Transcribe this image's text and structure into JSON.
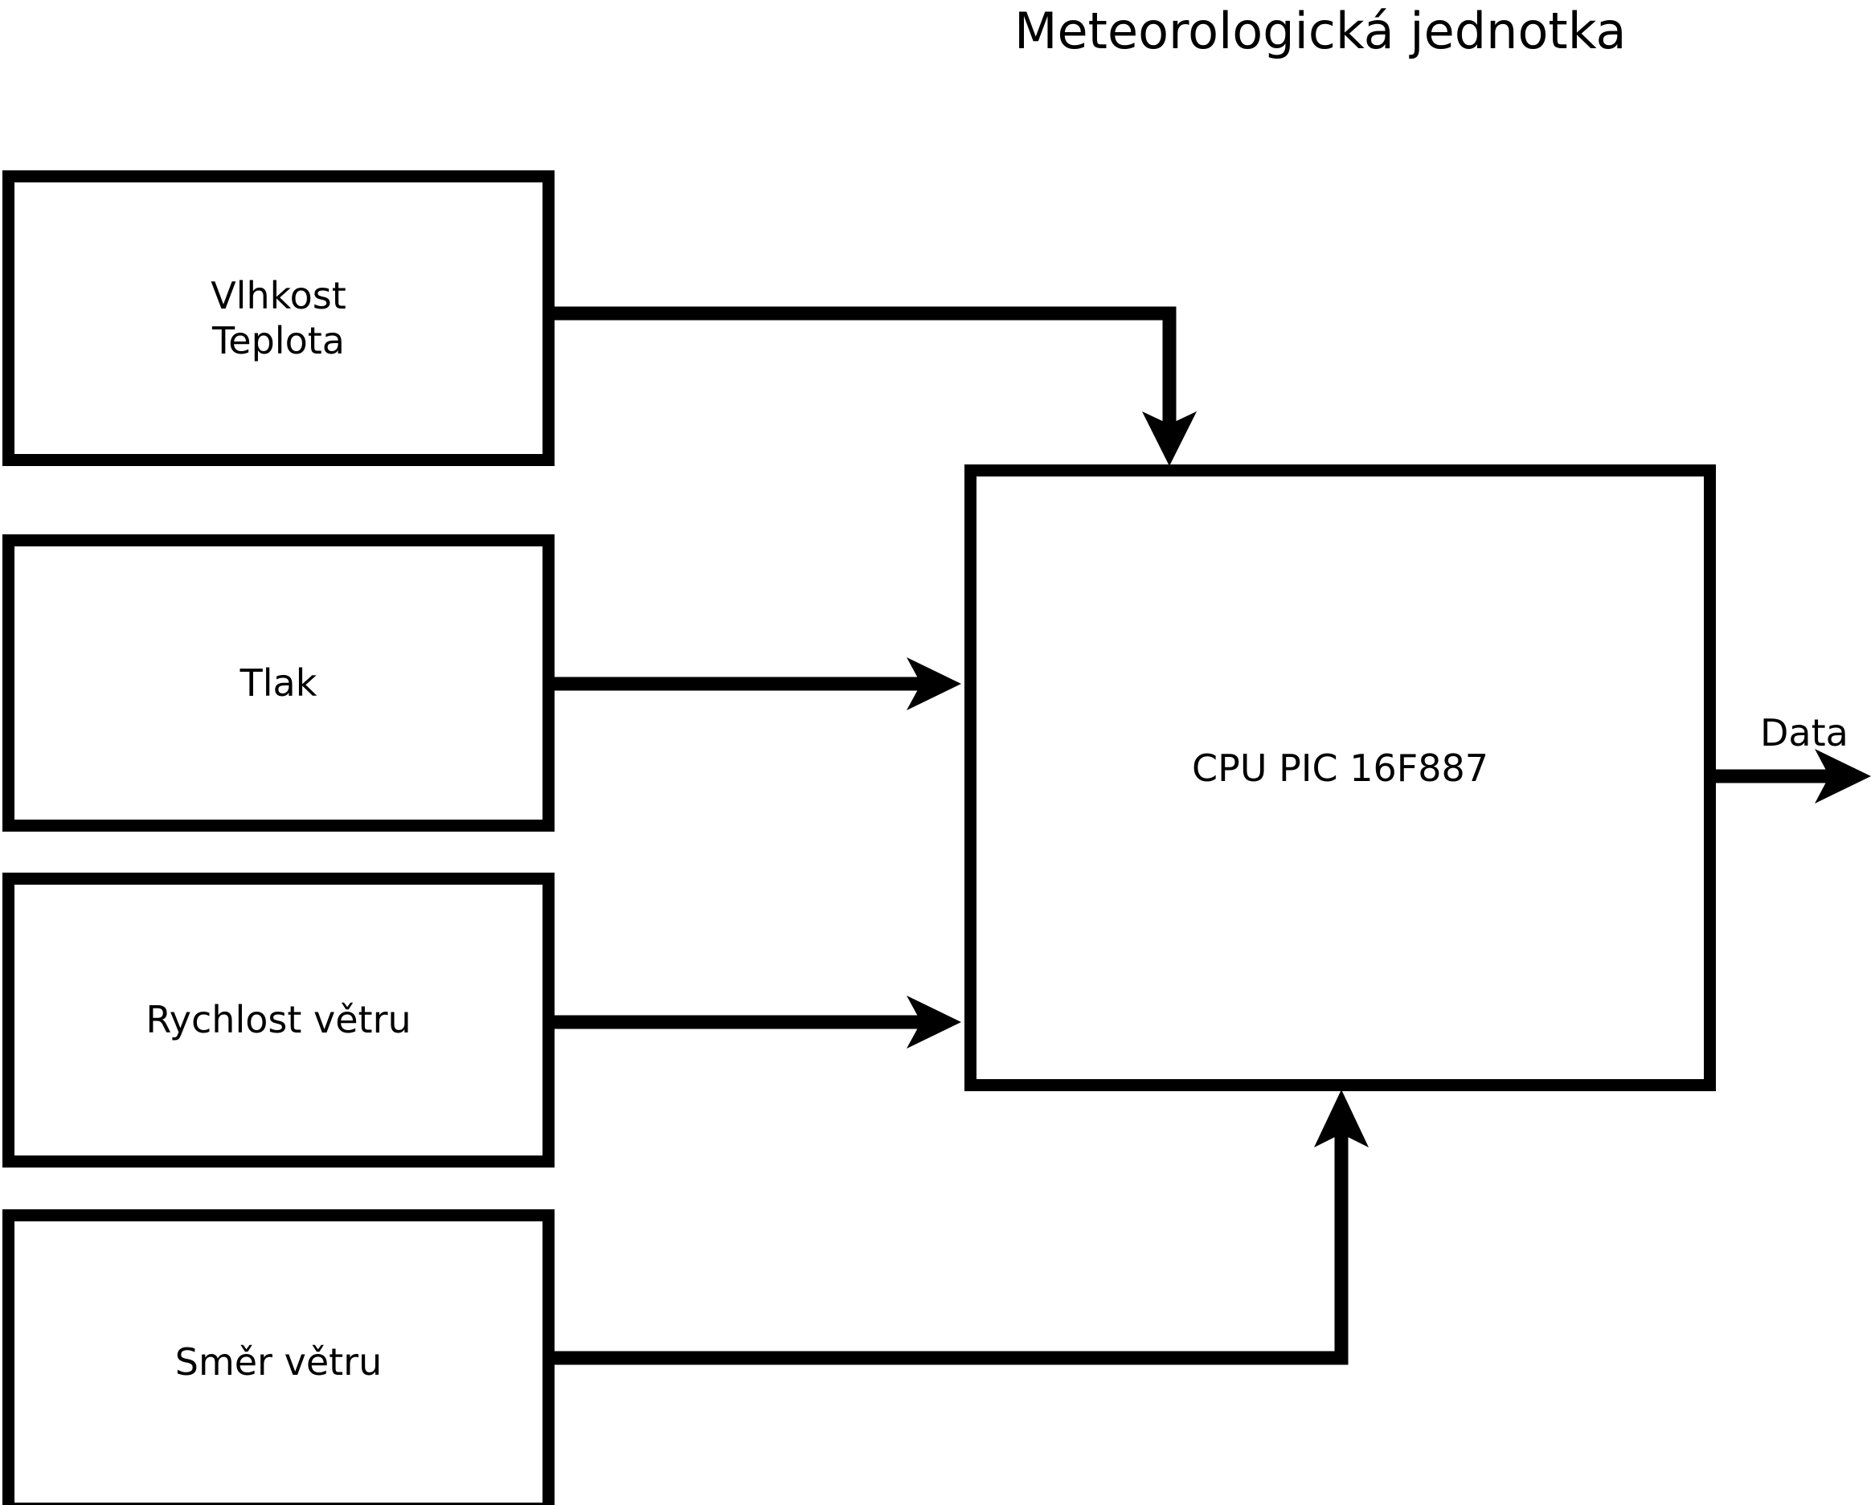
{
  "diagram": {
    "title": "Meteorologická jednotka",
    "background_color": "#ffffff",
    "line_color": "#000000",
    "nodes": [
      {
        "id": "humidity",
        "label": "Vlhkost\nTeplota",
        "shape": "rectangle"
      },
      {
        "id": "pressure",
        "label": "Tlak",
        "shape": "rectangle"
      },
      {
        "id": "windspeed",
        "label": "Rychlost větru",
        "shape": "rectangle"
      },
      {
        "id": "winddir",
        "label": "Směr větru",
        "shape": "rectangle"
      },
      {
        "id": "cpu",
        "label": "CPU PIC 16F887",
        "shape": "rectangle"
      }
    ],
    "edges": [
      {
        "id": "humidity-to-cpu",
        "from": "humidity",
        "to": "cpu",
        "label": "",
        "style": "orthogonal",
        "arrow": "to-target"
      },
      {
        "id": "pressure-to-cpu",
        "from": "pressure",
        "to": "cpu",
        "label": "",
        "style": "straight",
        "arrow": "to-target"
      },
      {
        "id": "windspeed-to-cpu",
        "from": "windspeed",
        "to": "cpu",
        "label": "",
        "style": "straight",
        "arrow": "to-target"
      },
      {
        "id": "winddir-to-cpu",
        "from": "winddir",
        "to": "cpu",
        "label": "",
        "style": "orthogonal",
        "arrow": "to-target"
      },
      {
        "id": "cpu-to-output",
        "from": "cpu",
        "to": "",
        "label": "Data",
        "style": "straight",
        "arrow": "to-target"
      }
    ]
  }
}
